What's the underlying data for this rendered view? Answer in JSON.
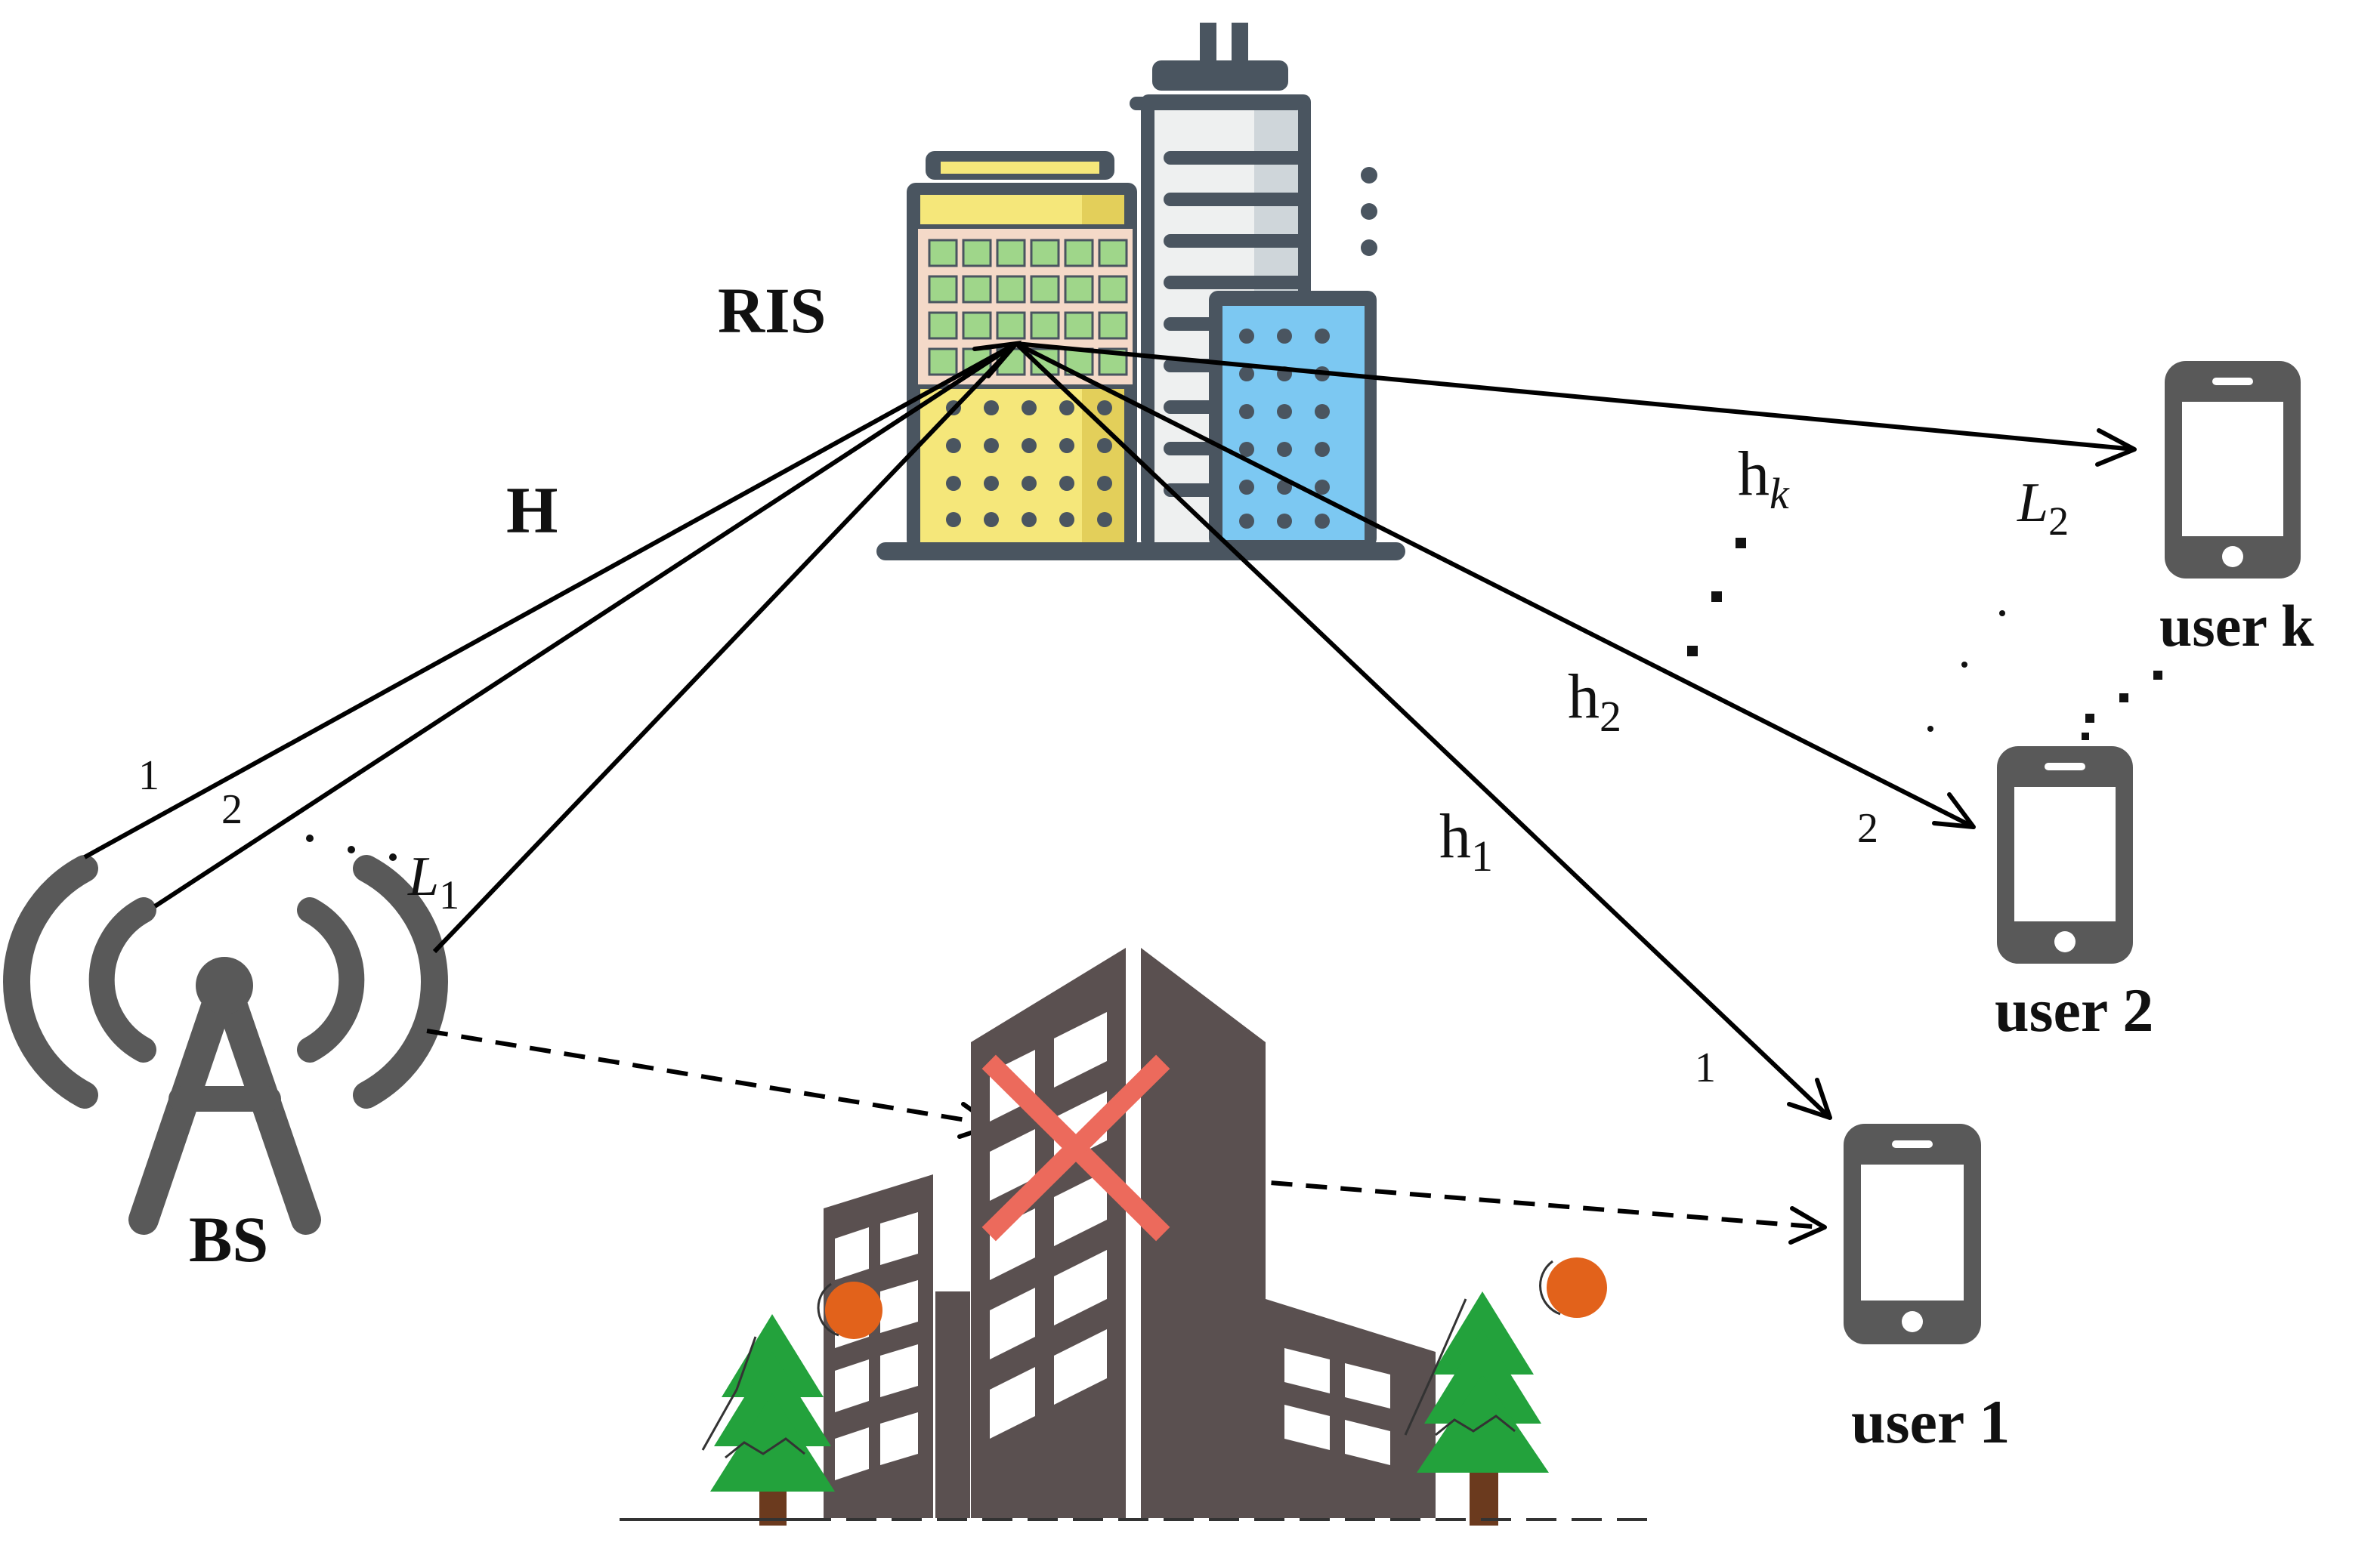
{
  "labels": {
    "ris": "RIS",
    "bs": "BS",
    "channel_bs_ris": "H",
    "user_k": "user k",
    "user_2": "user 2",
    "user_1": "user 1"
  },
  "channels": {
    "h_k": {
      "base": "h",
      "sub": "k"
    },
    "h_2": {
      "base": "h",
      "sub": "2"
    },
    "h_1": {
      "base": "h",
      "sub": "1"
    }
  },
  "path_counts": {
    "L1": {
      "base": "L",
      "sub": "1"
    },
    "L2": {
      "base": "L",
      "sub": "2"
    }
  },
  "path_indices": {
    "bs_path_1": "1",
    "bs_path_2": "2",
    "user2_path": "2",
    "user1_path": "1"
  },
  "colors": {
    "icon_gray": "#595959",
    "building_dark": "#5a5050",
    "blocked_cross": "#ec6a5c",
    "tree_green": "#23a23c",
    "tree_trunk": "#6b3a1e",
    "sun_orange": "#e2621b",
    "ris_panel": "#9fd68a",
    "yellow_building": "#f5e77a",
    "blue_building": "#7cc8f2"
  }
}
